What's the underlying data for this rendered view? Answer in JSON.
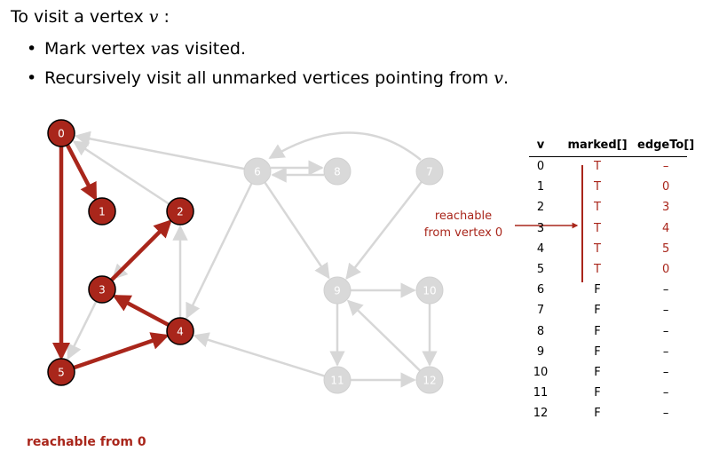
{
  "header": {
    "title_prefix": "To visit a vertex ",
    "title_var": "v",
    "title_suffix": " :"
  },
  "bullets": [
    {
      "pre": "Mark vertex ",
      "var": "v",
      "post": " as visited."
    },
    {
      "pre": "Recursively visit all unmarked vertices pointing from ",
      "var": "v",
      "post": "."
    }
  ],
  "caption": "reachable from 0",
  "reachable_label": [
    "reachable",
    "from vertex 0"
  ],
  "colors": {
    "visited": "#a9261b",
    "unvisited": "#d9d9d9",
    "edge_gray": "#d7d7d7"
  },
  "graph": {
    "nodes": [
      {
        "id": "0",
        "visited": true
      },
      {
        "id": "1",
        "visited": true
      },
      {
        "id": "2",
        "visited": true
      },
      {
        "id": "3",
        "visited": true
      },
      {
        "id": "4",
        "visited": true
      },
      {
        "id": "5",
        "visited": true
      },
      {
        "id": "6",
        "visited": false
      },
      {
        "id": "7",
        "visited": false
      },
      {
        "id": "8",
        "visited": false
      },
      {
        "id": "9",
        "visited": false
      },
      {
        "id": "10",
        "visited": false
      },
      {
        "id": "11",
        "visited": false
      },
      {
        "id": "12",
        "visited": false
      }
    ],
    "tree_edges": [
      [
        "0",
        "1"
      ],
      [
        "0",
        "5"
      ],
      [
        "5",
        "4"
      ],
      [
        "4",
        "3"
      ],
      [
        "3",
        "2"
      ]
    ],
    "other_edges": [
      [
        "2",
        "0"
      ],
      [
        "6",
        "0"
      ],
      [
        "2",
        "3"
      ],
      [
        "4",
        "2"
      ],
      [
        "3",
        "5"
      ],
      [
        "6",
        "4"
      ],
      [
        "6",
        "8"
      ],
      [
        "8",
        "6"
      ],
      [
        "7",
        "6"
      ],
      [
        "7",
        "9"
      ],
      [
        "6",
        "9"
      ],
      [
        "9",
        "10"
      ],
      [
        "9",
        "11"
      ],
      [
        "10",
        "12"
      ],
      [
        "12",
        "9"
      ],
      [
        "11",
        "12"
      ],
      [
        "11",
        "4"
      ]
    ]
  },
  "table": {
    "headers": [
      "v",
      "marked[]",
      "edgeTo[]"
    ],
    "rows": [
      {
        "v": "0",
        "marked": "T",
        "edgeTo": "–"
      },
      {
        "v": "1",
        "marked": "T",
        "edgeTo": "0"
      },
      {
        "v": "2",
        "marked": "T",
        "edgeTo": "3"
      },
      {
        "v": "3",
        "marked": "T",
        "edgeTo": "4"
      },
      {
        "v": "4",
        "marked": "T",
        "edgeTo": "5"
      },
      {
        "v": "5",
        "marked": "T",
        "edgeTo": "0"
      },
      {
        "v": "6",
        "marked": "F",
        "edgeTo": "–"
      },
      {
        "v": "7",
        "marked": "F",
        "edgeTo": "–"
      },
      {
        "v": "8",
        "marked": "F",
        "edgeTo": "–"
      },
      {
        "v": "9",
        "marked": "F",
        "edgeTo": "–"
      },
      {
        "v": "10",
        "marked": "F",
        "edgeTo": "–"
      },
      {
        "v": "11",
        "marked": "F",
        "edgeTo": "–"
      },
      {
        "v": "12",
        "marked": "F",
        "edgeTo": "–"
      }
    ]
  }
}
